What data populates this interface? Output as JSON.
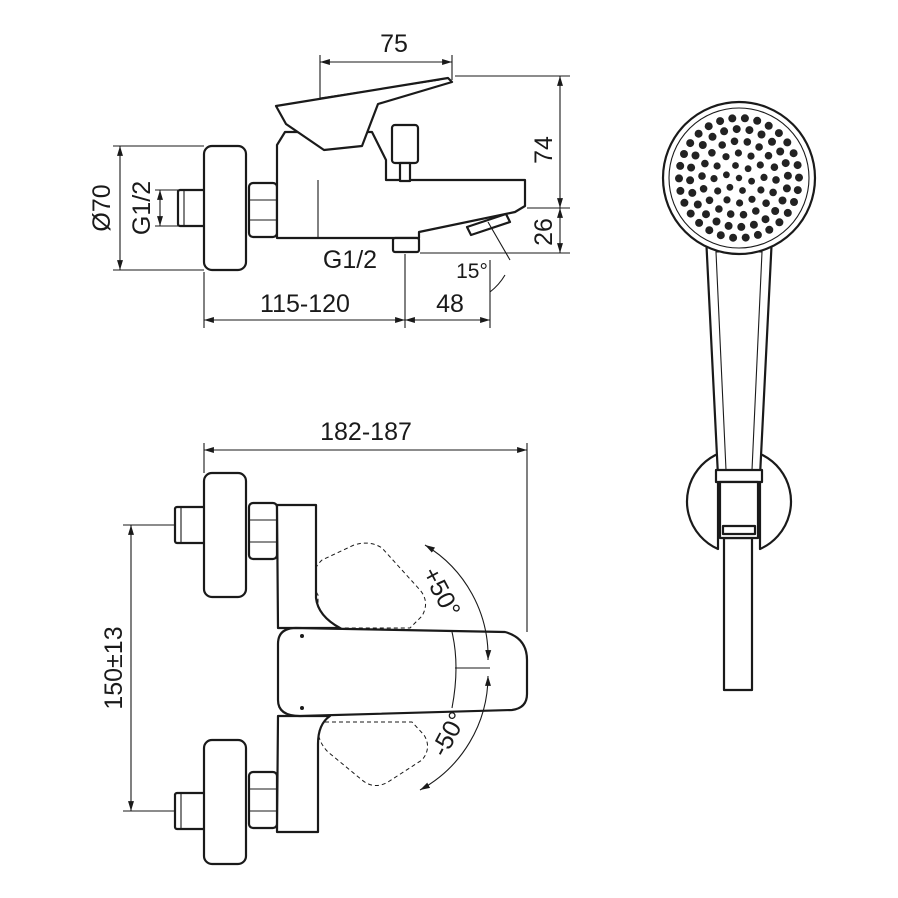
{
  "dimensions": {
    "width_75": "75",
    "height_74": "74",
    "height_26": "26",
    "diameter": "Ø70",
    "thread_inlet": "G1/2",
    "thread_outlet": "G1/2",
    "angle_15": "15°",
    "depth_range": "115-120",
    "depth_48": "48",
    "width_range": "182-187",
    "centers": "150±13",
    "angle_plus": "+50°",
    "angle_minus": "-50°"
  },
  "colors": {
    "line": "#1a1a1a",
    "background": "#ffffff"
  }
}
